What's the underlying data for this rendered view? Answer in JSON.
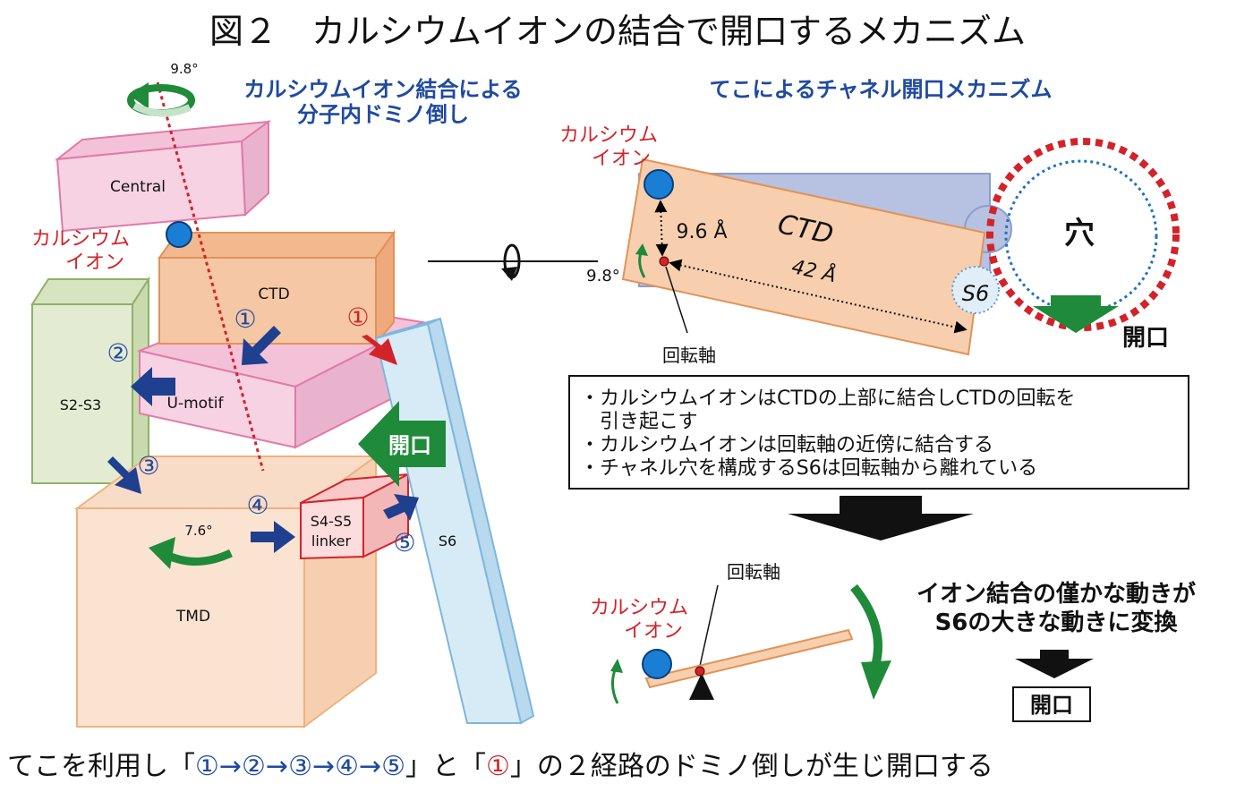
{
  "title": "図２　カルシウムイオンの結合で開口するメカニズム",
  "left": {
    "subtitle_line1": "カルシウムイオン結合による",
    "subtitle_line2": "分子内ドミノ倒し",
    "angle_top": "9.8°",
    "calcium_line1": "カルシウム",
    "calcium_line2": "イオン",
    "central": "Central",
    "ctd": "CTD",
    "umotif": "U-motif",
    "s2s3": "S2-S3",
    "tmd": "TMD",
    "s4s5_line1": "S4-S5",
    "s4s5_line2": "linker",
    "s6": "S6",
    "open_arrow": "開口",
    "angle_tmd": "7.6°",
    "step1": "①",
    "step2": "②",
    "step3": "③",
    "step4": "④",
    "step5": "⑤",
    "step1_red": "①"
  },
  "right": {
    "subtitle": "てこによるチャネル開口メカニズム",
    "calcium_line1": "カルシウム",
    "calcium_line2": "イオン",
    "ctd": "CTD",
    "dist_short": "9.6 Å",
    "dist_long": "42 Å",
    "angle": "9.8°",
    "s6": "S6",
    "pore": "穴",
    "open": "開口",
    "pivot": "回転軸",
    "bullets": [
      "・カルシウムイオンはCTDの上部に結合しCTDの回転を",
      "　引き起こす",
      "・カルシウムイオンは回転軸の近傍に結合する",
      "・チャネル穴を構成するS6は回転軸から離れている"
    ],
    "lever_pivot": "回転軸",
    "lever_calcium_line1": "カルシウム",
    "lever_calcium_line2": "イオン",
    "lever_desc_line1": "イオン結合の僅かな動きが",
    "lever_desc_line2": "S6の大きな動きに変換",
    "lever_open": "開口"
  },
  "footer": {
    "part1": "てこを利用し「",
    "path_blue": "①→②→③→④→⑤",
    "part2": "」と「",
    "path_red": "①",
    "part3": "」の２経路のドミノ倒しが生じ開口する"
  },
  "colors": {
    "red": "#d2232a",
    "navy": "#1f3f8f",
    "blue_text": "#1f4aa0",
    "green": "#1f8a3a",
    "orange_face": "#f6c7a4",
    "pink_face": "#f7d2e2",
    "olive_face": "#e3ecd2",
    "light_blue_face": "#d7ebf7",
    "calcium": "#1a7fd4"
  }
}
